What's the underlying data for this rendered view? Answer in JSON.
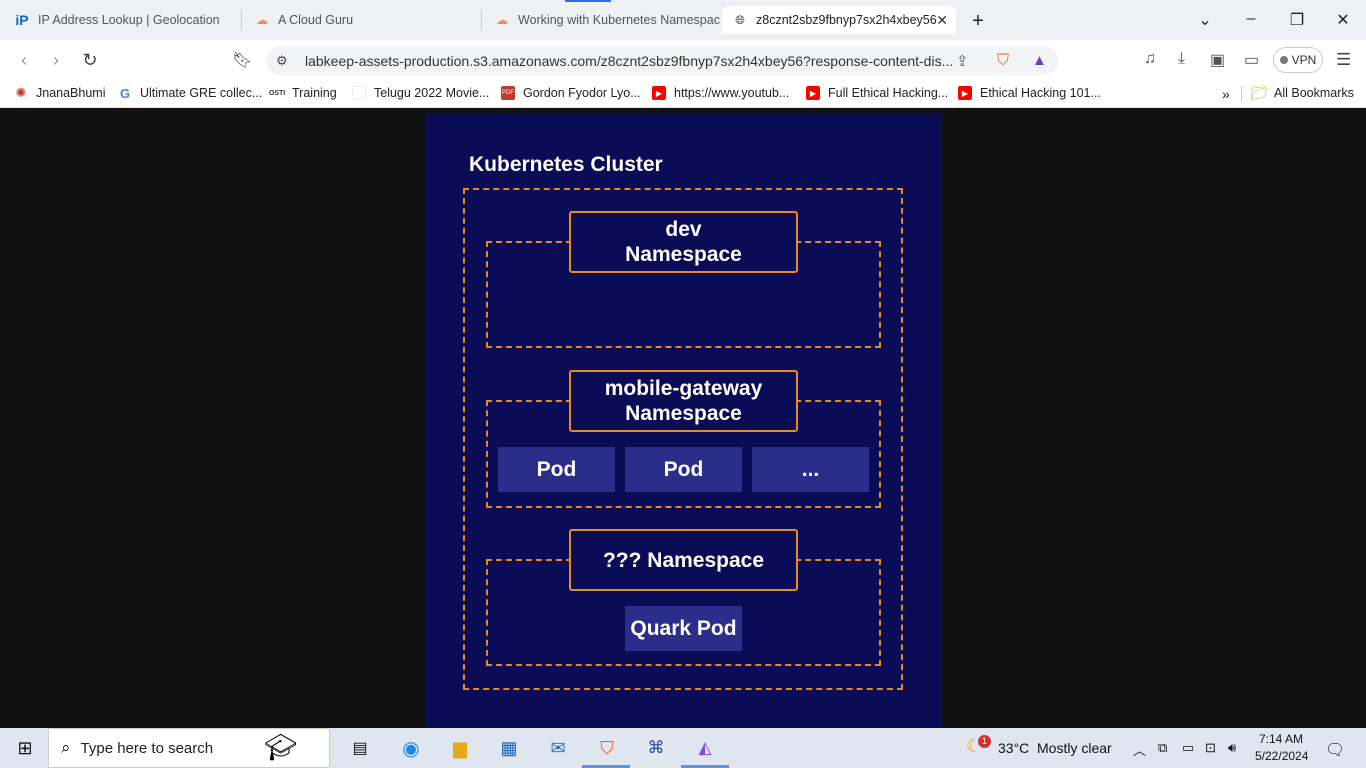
{
  "browser": {
    "tabs": [
      {
        "title": "IP Address Lookup | Geolocation",
        "icon": "ip-logo-icon"
      },
      {
        "title": "A Cloud Guru",
        "icon": "cloud-icon"
      },
      {
        "title": "Working with Kubernetes Namespac",
        "icon": "cloud-icon"
      },
      {
        "title": "z8cznt2sbz9fbnyp7sx2h4xbey56",
        "icon": "globe-icon",
        "active": true
      }
    ],
    "url": "labkeep-assets-production.s3.amazonaws.com/z8cznt2sbz9fbnyp7sx2h4xbey56?response-content-dis...",
    "vpn_label": "VPN",
    "bookmarks": [
      {
        "label": "JnanaBhumi"
      },
      {
        "label": "Ultimate GRE collec..."
      },
      {
        "label": "Training"
      },
      {
        "label": "Telugu 2022 Movie..."
      },
      {
        "label": "Gordon Fyodor Lyo..."
      },
      {
        "label": "https://www.youtub..."
      },
      {
        "label": "Full Ethical Hacking..."
      },
      {
        "label": "Ethical Hacking 101..."
      }
    ],
    "all_bookmarks": "All Bookmarks",
    "overflow": "»"
  },
  "diagram": {
    "title": "Kubernetes Cluster",
    "namespaces": [
      {
        "line1": "dev",
        "line2": "Namespace",
        "pods": []
      },
      {
        "line1": "mobile-gateway",
        "line2": "Namespace",
        "pods": [
          "Pod",
          "Pod",
          "..."
        ]
      },
      {
        "line1": "??? Namespace",
        "line2": "",
        "pods": [
          "Quark Pod"
        ]
      }
    ],
    "colors": {
      "background": "#0a0c55",
      "accent": "#e68a2a",
      "pod": "#2a2e8a"
    }
  },
  "taskbar": {
    "search_placeholder": "Type here to search",
    "weather_temp": "33°C",
    "weather_desc": "Mostly clear",
    "weather_badge": "1",
    "time": "7:14 AM",
    "date": "5/22/2024"
  }
}
